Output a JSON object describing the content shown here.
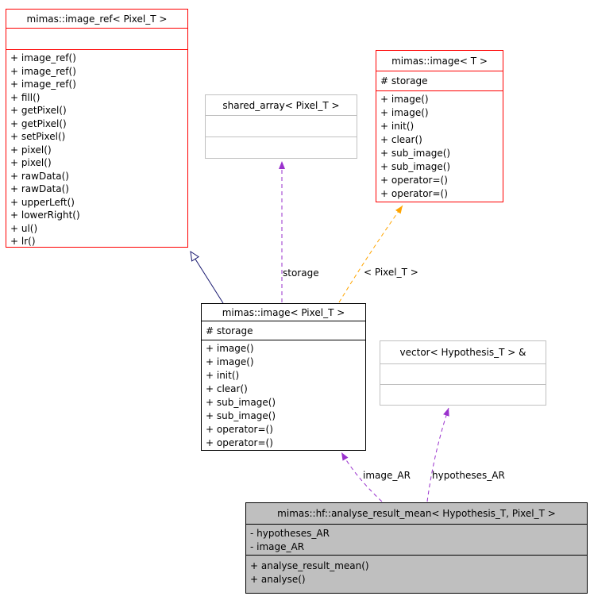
{
  "diagram": {
    "kind": "uml-collaboration-diagram",
    "background": "#ffffff"
  },
  "classes": {
    "image_ref": {
      "title": "mimas::image_ref< Pixel_T >",
      "attributes": [],
      "methods": [
        "+ image_ref()",
        "+ image_ref()",
        "+ image_ref()",
        "+ fill()",
        "+ getPixel()",
        "+ getPixel()",
        "+ setPixel()",
        "+ pixel()",
        "+ pixel()",
        "+ rawData()",
        "+ rawData()",
        "+ upperLeft()",
        "+ lowerRight()",
        "+ ul()",
        "+ lr()"
      ]
    },
    "shared_array": {
      "title": "shared_array< Pixel_T >",
      "attributes": [],
      "methods": []
    },
    "image_t": {
      "title": "mimas::image< T >",
      "attributes": [
        "# storage"
      ],
      "methods": [
        "+ image()",
        "+ image()",
        "+ init()",
        "+ clear()",
        "+ sub_image()",
        "+ sub_image()",
        "+ operator=()",
        "+ operator=()"
      ]
    },
    "image_pixel_t": {
      "title": "mimas::image< Pixel_T >",
      "attributes": [
        "# storage"
      ],
      "methods": [
        "+ image()",
        "+ image()",
        "+ init()",
        "+ clear()",
        "+ sub_image()",
        "+ sub_image()",
        "+ operator=()",
        "+ operator=()"
      ]
    },
    "vector_hypothesis": {
      "title": "vector< Hypothesis_T > &",
      "attributes": [],
      "methods": []
    },
    "analyse_result_mean": {
      "title": "mimas::hf::analyse_result_mean< Hypothesis_T, Pixel_T >",
      "attributes": [
        "- hypotheses_AR",
        "- image_AR"
      ],
      "methods": [
        "+ analyse_result_mean()",
        "+ analyse()"
      ]
    }
  },
  "edge_labels": {
    "storage": "storage",
    "template_args": "< Pixel_T >",
    "image_ar": "image_AR",
    "hypotheses_ar": "hypotheses_AR"
  },
  "colors": {
    "class_border_highlight": "#ff0000",
    "class_border_default": "#000000",
    "external_class_border": "#c0c0c0",
    "focus_node_fill": "#bfbfbf",
    "inheritance_edge": "#191970",
    "usage_edge": "#9a32cd",
    "template_edge": "#ffa500"
  }
}
